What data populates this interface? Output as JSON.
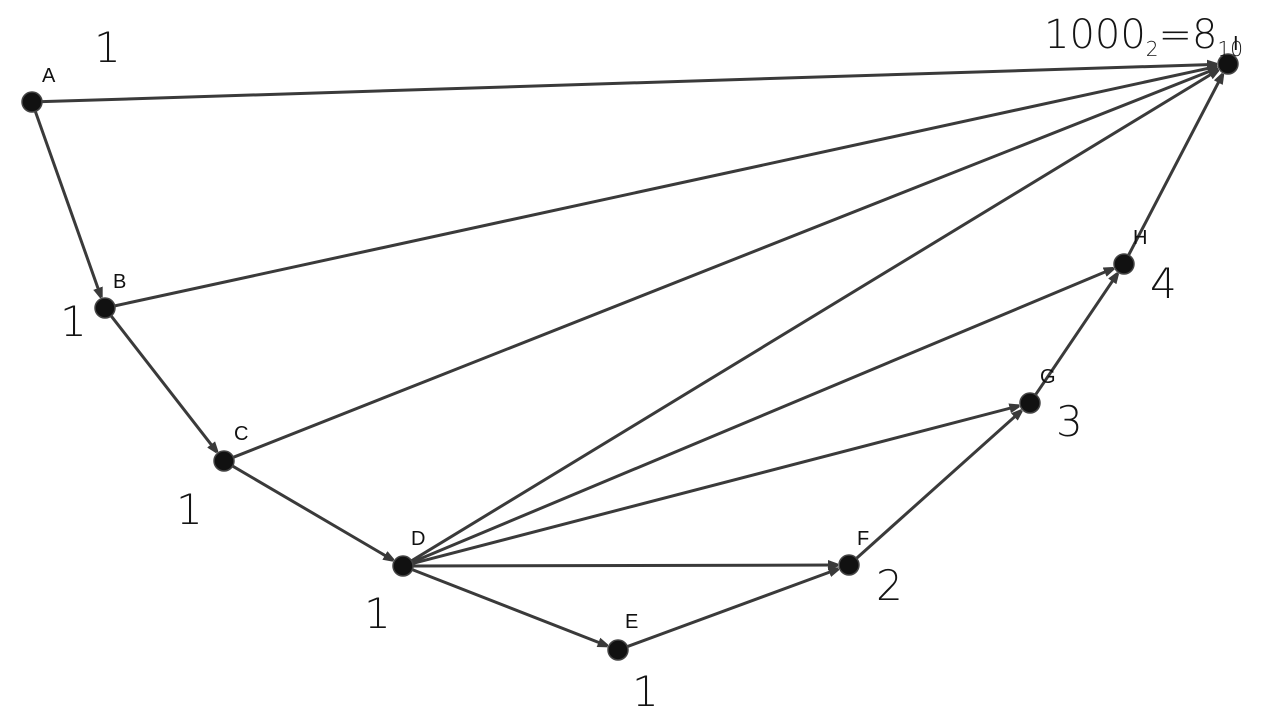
{
  "nodes": [
    {
      "id": "A",
      "label": "A",
      "count": "1"
    },
    {
      "id": "B",
      "label": "B",
      "count": "1"
    },
    {
      "id": "C",
      "label": "C",
      "count": "1"
    },
    {
      "id": "D",
      "label": "D",
      "count": "1"
    },
    {
      "id": "E",
      "label": "E",
      "count": "1"
    },
    {
      "id": "F",
      "label": "F",
      "count": "2"
    },
    {
      "id": "G",
      "label": "G",
      "count": "3"
    },
    {
      "id": "H",
      "label": "H",
      "count": "4"
    },
    {
      "id": "I",
      "label": "I",
      "count": "1000",
      "count_sub": "2",
      "count_eq": "=",
      "count_rhs": "8",
      "count_rhs_sub": "10"
    }
  ],
  "edges": [
    {
      "from": "A",
      "to": "I"
    },
    {
      "from": "A",
      "to": "B"
    },
    {
      "from": "B",
      "to": "I"
    },
    {
      "from": "B",
      "to": "C"
    },
    {
      "from": "C",
      "to": "I"
    },
    {
      "from": "C",
      "to": "D"
    },
    {
      "from": "D",
      "to": "I"
    },
    {
      "from": "D",
      "to": "H"
    },
    {
      "from": "D",
      "to": "G"
    },
    {
      "from": "D",
      "to": "F"
    },
    {
      "from": "D",
      "to": "E"
    },
    {
      "from": "E",
      "to": "F"
    },
    {
      "from": "F",
      "to": "G"
    },
    {
      "from": "G",
      "to": "H"
    },
    {
      "from": "H",
      "to": "I"
    }
  ],
  "colors": {
    "edge": "#3a3a3a",
    "node": "#111111",
    "background": "#ffffff"
  }
}
